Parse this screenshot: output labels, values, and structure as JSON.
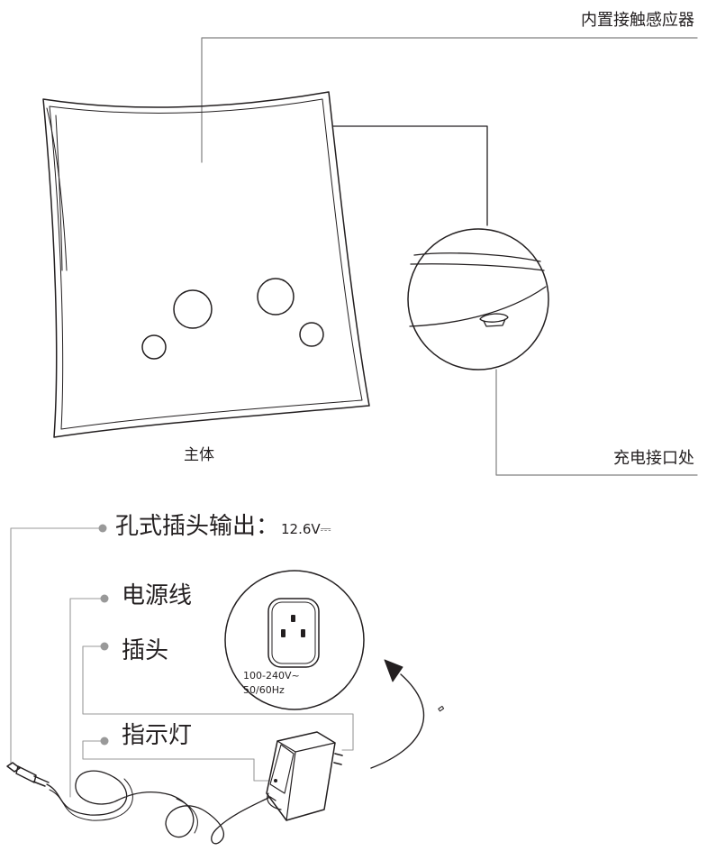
{
  "labels": {
    "builtin_sensor": "内置接触感应器",
    "main_body": "主体",
    "charging_port": "充电接口处",
    "plug_output": "孔式插头输出：",
    "plug_output_voltage": "12.6V⎓",
    "power_cord": "电源线",
    "plug": "插头",
    "indicator": "指示灯",
    "socket_voltage": "100-240V~",
    "socket_frequency": "50/60Hz"
  },
  "colors": {
    "line": "#231f20",
    "leader": "#808080",
    "dot": "#999999"
  },
  "icons": [
    "pillow-outline",
    "port-zoom-circle",
    "socket-outlet-icon",
    "power-adapter-icon",
    "curved-arrow-icon",
    "dc-barrel-plug-icon"
  ]
}
